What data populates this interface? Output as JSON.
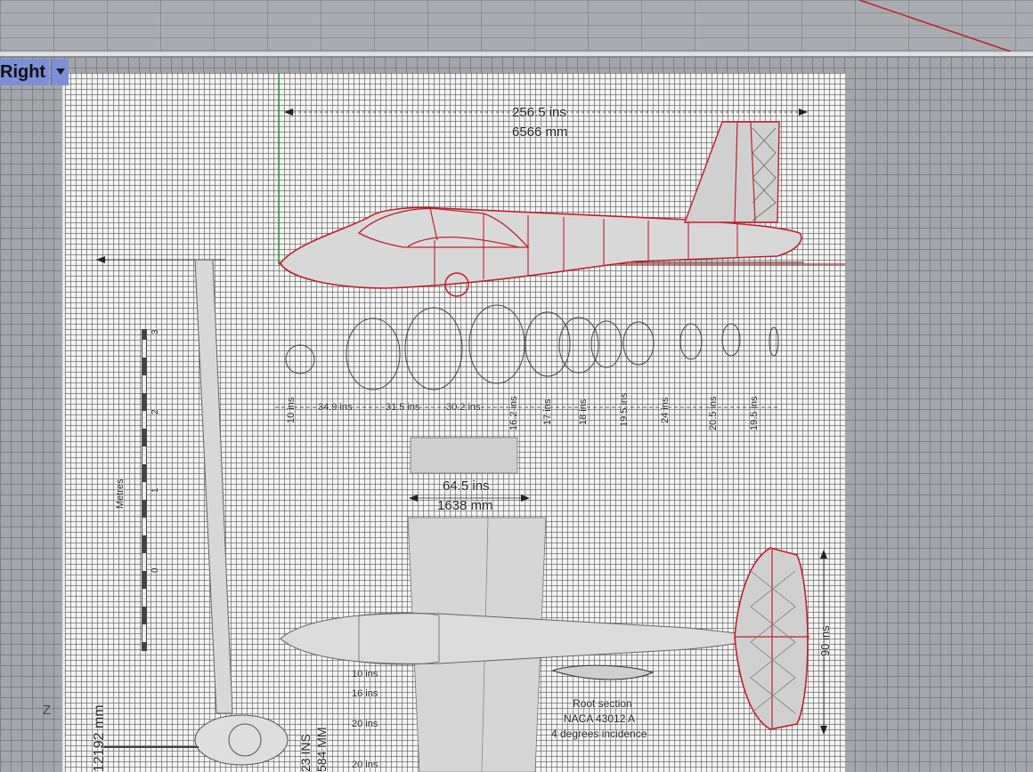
{
  "viewport": {
    "label": "Right",
    "dropdown_icon": "triangle-down-icon",
    "accent": "#7d8fd6"
  },
  "blueprint": {
    "overall_length_ins": "256.5 ins",
    "overall_length_mm": "6566 mm",
    "station_labels": [
      "10 ins",
      "34.9 ins",
      "31.5 ins",
      "30.2 ins",
      "16.2 ins",
      "17 ins",
      "18 ins",
      "19.5 ins",
      "24 ins",
      "20.5 ins",
      "19.5 ins"
    ],
    "stab_span_ins": "64.5 ins",
    "stab_span_mm": "1638 mm",
    "tail_height": "90 ins",
    "scale_label": "Metres",
    "scale_ticks": [
      "3",
      "2",
      "1",
      "0"
    ],
    "span_label": "12192 mm",
    "small_labels": [
      "23 INS",
      "584 MM"
    ],
    "wing_stations": [
      "10 ins",
      "16 ins",
      "20 ins",
      "20 ins"
    ],
    "root_section_title": "Root section",
    "root_section_airfoil": "NACA 43012 A",
    "root_section_incidence": "4 degrees incidence",
    "axis_label": "Z"
  },
  "colors": {
    "outline_red": "#c0202a",
    "x_axis": "#c0202a",
    "y_axis": "#2aa02a"
  }
}
